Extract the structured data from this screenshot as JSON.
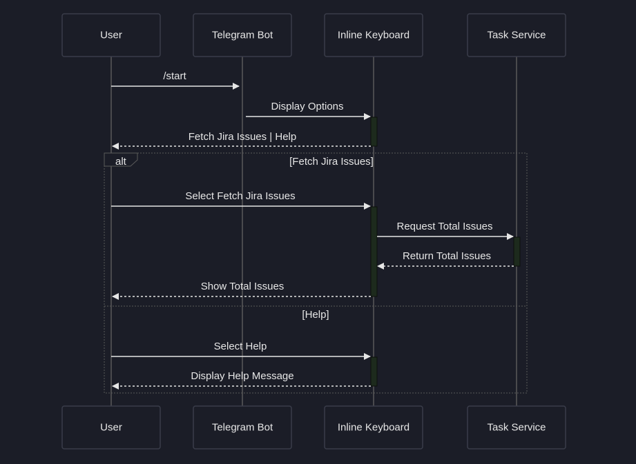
{
  "colors": {
    "background": "#1b1d27",
    "actor_border": "#3a3d4a",
    "text": "#e6e6e6",
    "lifeline": "#5a5a5a",
    "activation_fill": "#1d2a1d"
  },
  "actors": [
    {
      "id": "user",
      "label": "User"
    },
    {
      "id": "telegram_bot",
      "label": "Telegram Bot"
    },
    {
      "id": "inline_keyboard",
      "label": "Inline Keyboard"
    },
    {
      "id": "task_service",
      "label": "Task Service"
    }
  ],
  "messages": [
    {
      "from": "user",
      "to": "telegram_bot",
      "label": "/start",
      "style": "solid"
    },
    {
      "from": "telegram_bot",
      "to": "inline_keyboard",
      "label": "Display Options",
      "style": "solid"
    },
    {
      "from": "inline_keyboard",
      "to": "user",
      "label": "Fetch Jira Issues | Help",
      "style": "dashed"
    },
    {
      "from": "user",
      "to": "inline_keyboard",
      "label": "Select Fetch Jira Issues",
      "style": "solid"
    },
    {
      "from": "inline_keyboard",
      "to": "task_service",
      "label": "Request Total Issues",
      "style": "solid"
    },
    {
      "from": "task_service",
      "to": "inline_keyboard",
      "label": "Return Total Issues",
      "style": "dashed"
    },
    {
      "from": "inline_keyboard",
      "to": "user",
      "label": "Show Total Issues",
      "style": "dashed"
    },
    {
      "from": "user",
      "to": "inline_keyboard",
      "label": "Select Help",
      "style": "solid"
    },
    {
      "from": "inline_keyboard",
      "to": "user",
      "label": "Display Help Message",
      "style": "dashed"
    }
  ],
  "alt_frame": {
    "label": "alt",
    "sections": [
      {
        "condition": "[Fetch Jira Issues]"
      },
      {
        "condition": "[Help]"
      }
    ]
  }
}
